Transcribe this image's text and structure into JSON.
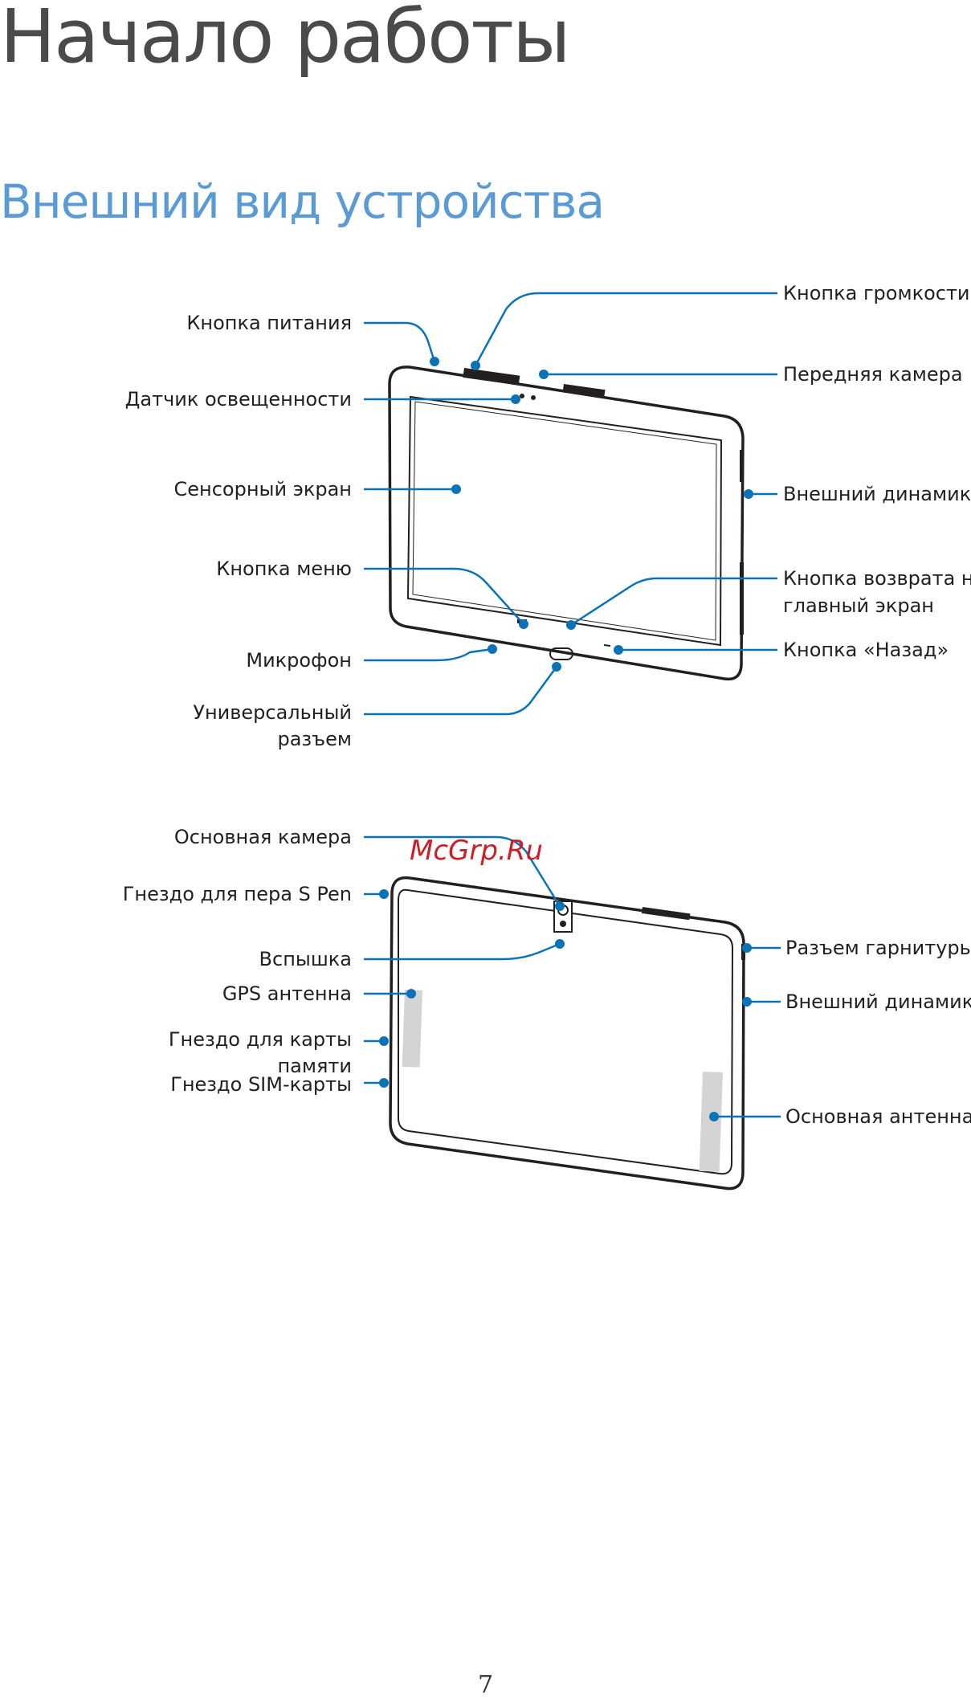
{
  "page": {
    "title": "Начало работы",
    "section_title": "Внешний вид устройства",
    "page_number": "7"
  },
  "watermark": "McGrp.Ru",
  "front_view": {
    "labels_left": {
      "power_button": "Кнопка питания",
      "light_sensor": "Датчик освещенности",
      "touch_screen": "Сенсорный экран",
      "menu_button": "Кнопка меню",
      "microphone": "Микрофон",
      "universal_port_line1": "Универсальный",
      "universal_port_line2": "разъем"
    },
    "labels_right": {
      "volume_button": "Кнопка громкости",
      "front_camera": "Передняя камера",
      "speaker": "Внешний динамик",
      "home_button_line1": "Кнопка возврата на",
      "home_button_line2": "главный экран",
      "back_button": "Кнопка «Назад»"
    }
  },
  "back_view": {
    "labels_left": {
      "main_camera": "Основная камера",
      "s_pen_slot": "Гнездо для пера S Pen",
      "flash": "Вспышка",
      "gps_antenna": "GPS антенна",
      "memory_card_slot_line1": "Гнездо для карты",
      "memory_card_slot_line2": "памяти",
      "sim_card_slot": "Гнездо SIM-карты"
    },
    "labels_right": {
      "headset_jack": "Разъем гарнитуры",
      "speaker": "Внешний динамик",
      "main_antenna": "Основная антенна"
    }
  },
  "colors": {
    "leader_lines": "#0a73b8",
    "section_title": "#5b9bd5",
    "page_title": "#4a4a4a",
    "watermark": "#cc1f26"
  }
}
